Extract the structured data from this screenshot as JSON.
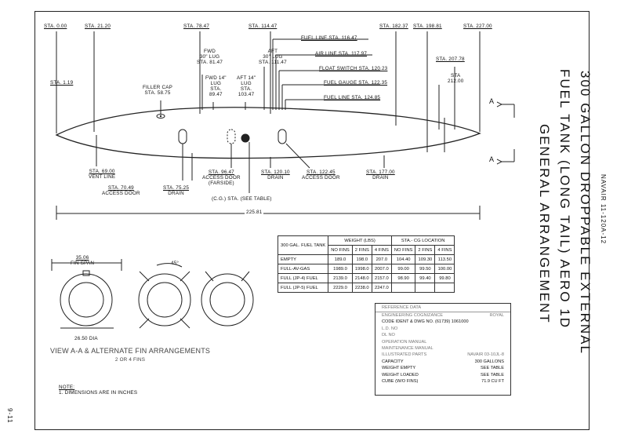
{
  "title": {
    "line1": "300 GALLON DROPPABLE EXTERNAL",
    "line2": "FUEL TANK (LONG TAIL) AERO 1D",
    "line3": "GENERAL ARRANGEMENT"
  },
  "doc_number": "NAVAIR 11-120A-12",
  "page_number": "9-11",
  "stations_top": [
    "STA. 0.00",
    "STA. 21.20",
    "STA. 78.47",
    "STA. 114.47",
    "STA. 182.37",
    "STA. 198.81",
    "STA. 227.00"
  ],
  "sta_1_19": "STA. 1.19",
  "filler_cap": {
    "l1": "FILLER CAP",
    "l2": "STA. 58.75"
  },
  "fwd_lug": {
    "l1": "FWD",
    "l2": "30\" LUG",
    "l3": "STA. 81.47"
  },
  "aft_lug": {
    "l1": "AFT",
    "l2": "30\" LUG",
    "l3": "STA. 111.47"
  },
  "fwd14_lug": {
    "l1": "FWD 14\"",
    "l2": "LUG",
    "l3": "STA.",
    "l4": "89.47"
  },
  "aft14_lug": {
    "l1": "AFT 14\"",
    "l2": "LUG",
    "l3": "STA.",
    "l4": "103.47"
  },
  "callouts_right": [
    "FUEL LINE STA. 116.47",
    "AIR LINE STA. 117.97",
    "FLOAT SWITCH STA. 120.23",
    "FUEL GAUGE STA. 122.35",
    "FUEL LINE STA. 124.85"
  ],
  "sta_207_78": "STA. 207.78",
  "sta_212": {
    "l1": "STA",
    "l2": "212.00"
  },
  "section_marks": [
    "A",
    "A"
  ],
  "bottom_callouts": {
    "vent": {
      "l1": "STA. 69.00",
      "l2": "VENT LINE"
    },
    "access1": {
      "l1": "STA. 70.49",
      "l2": "ACCESS DOOR"
    },
    "drain1": {
      "l1": "STA. 75.25",
      "l2": "DRAIN"
    },
    "access2": {
      "l1": "STA. 96.47",
      "l2": "ACCESS DOOR",
      "l3": "(FARSIDE)"
    },
    "cg": "(C.G.) STA. (SEE TABLE)",
    "drain2": {
      "l1": "STA. 120.10",
      "l2": "DRAIN"
    },
    "access3": {
      "l1": "STA. 122.45",
      "l2": "ACCESS DOOR"
    },
    "drain3": {
      "l1": "STA. 177.00",
      "l2": "DRAIN"
    }
  },
  "overall_length": "225.81",
  "fin_span": {
    "l1": "35.06",
    "l2": "FIN SPAN"
  },
  "dia": "26.50 DIA",
  "angle": "45°",
  "view_caption": {
    "l1": "VIEW A-A & ALTERNATE FIN ARRANGEMENTS",
    "l2": "2 OR 4 FINS"
  },
  "note": {
    "head": "NOTE:",
    "l1": "1. DIMENSIONS ARE IN INCHES"
  },
  "weight_table": {
    "corner": "300 GAL. FUEL TANK",
    "group1": "WEIGHT (LBS)",
    "group2": "STA.- CG LOCATION",
    "subheads": [
      "NO FINS",
      "2 FINS",
      "4 FINS",
      "NO FINS",
      "2 FINS",
      "4 FINS"
    ],
    "rows": [
      {
        "label": "EMPTY",
        "cells": [
          "189.0",
          "198.0",
          "207.0",
          "104.40",
          "109.30",
          "113.50"
        ]
      },
      {
        "label": "FULL-AV-GAS",
        "cells": [
          "1989.0",
          "1998.0",
          "2007.0",
          "99.00",
          "99.50",
          "100.00"
        ]
      },
      {
        "label": "FULL (JP-4) FUEL",
        "cells": [
          "2139.0",
          "2148.0",
          "2157.0",
          "98.90",
          "99.40",
          "99.80"
        ]
      },
      {
        "label": "FULL (JP-5) FUEL",
        "cells": [
          "2229.0",
          "2238.0",
          "2247.0",
          "",
          "",
          ""
        ]
      }
    ]
  },
  "reference": {
    "header": "REFERENCE DATA",
    "rows": [
      {
        "k": "ENGINEERING COGNIZANCE",
        "v": "ROYAL",
        "dim": true
      },
      {
        "k": "CODE IDENT & DWG NO. (61739) 1061000",
        "v": "",
        "dim": false
      },
      {
        "k": "L.D. NO",
        "v": "",
        "dim": true
      },
      {
        "k": "DL NO",
        "v": "",
        "dim": true
      },
      {
        "k": "OPERATION MANUAL",
        "v": "",
        "dim": true
      },
      {
        "k": "MAINTENANCE MANUAL",
        "v": "",
        "dim": true
      },
      {
        "k": "ILLUSTRATED PARTS",
        "v": "NAVAIR 03-10JL-8",
        "dim": true
      },
      {
        "k": "CAPACITY",
        "v": "300 GALLONS",
        "dim": false
      },
      {
        "k": "WEIGHT EMPTY",
        "v": "SEE TABLE",
        "dim": false
      },
      {
        "k": "WEIGHT LOADED",
        "v": "SEE TABLE",
        "dim": false
      },
      {
        "k": "CUBE (W/O FINS)",
        "v": "71.9 CU FT",
        "dim": false
      }
    ]
  }
}
